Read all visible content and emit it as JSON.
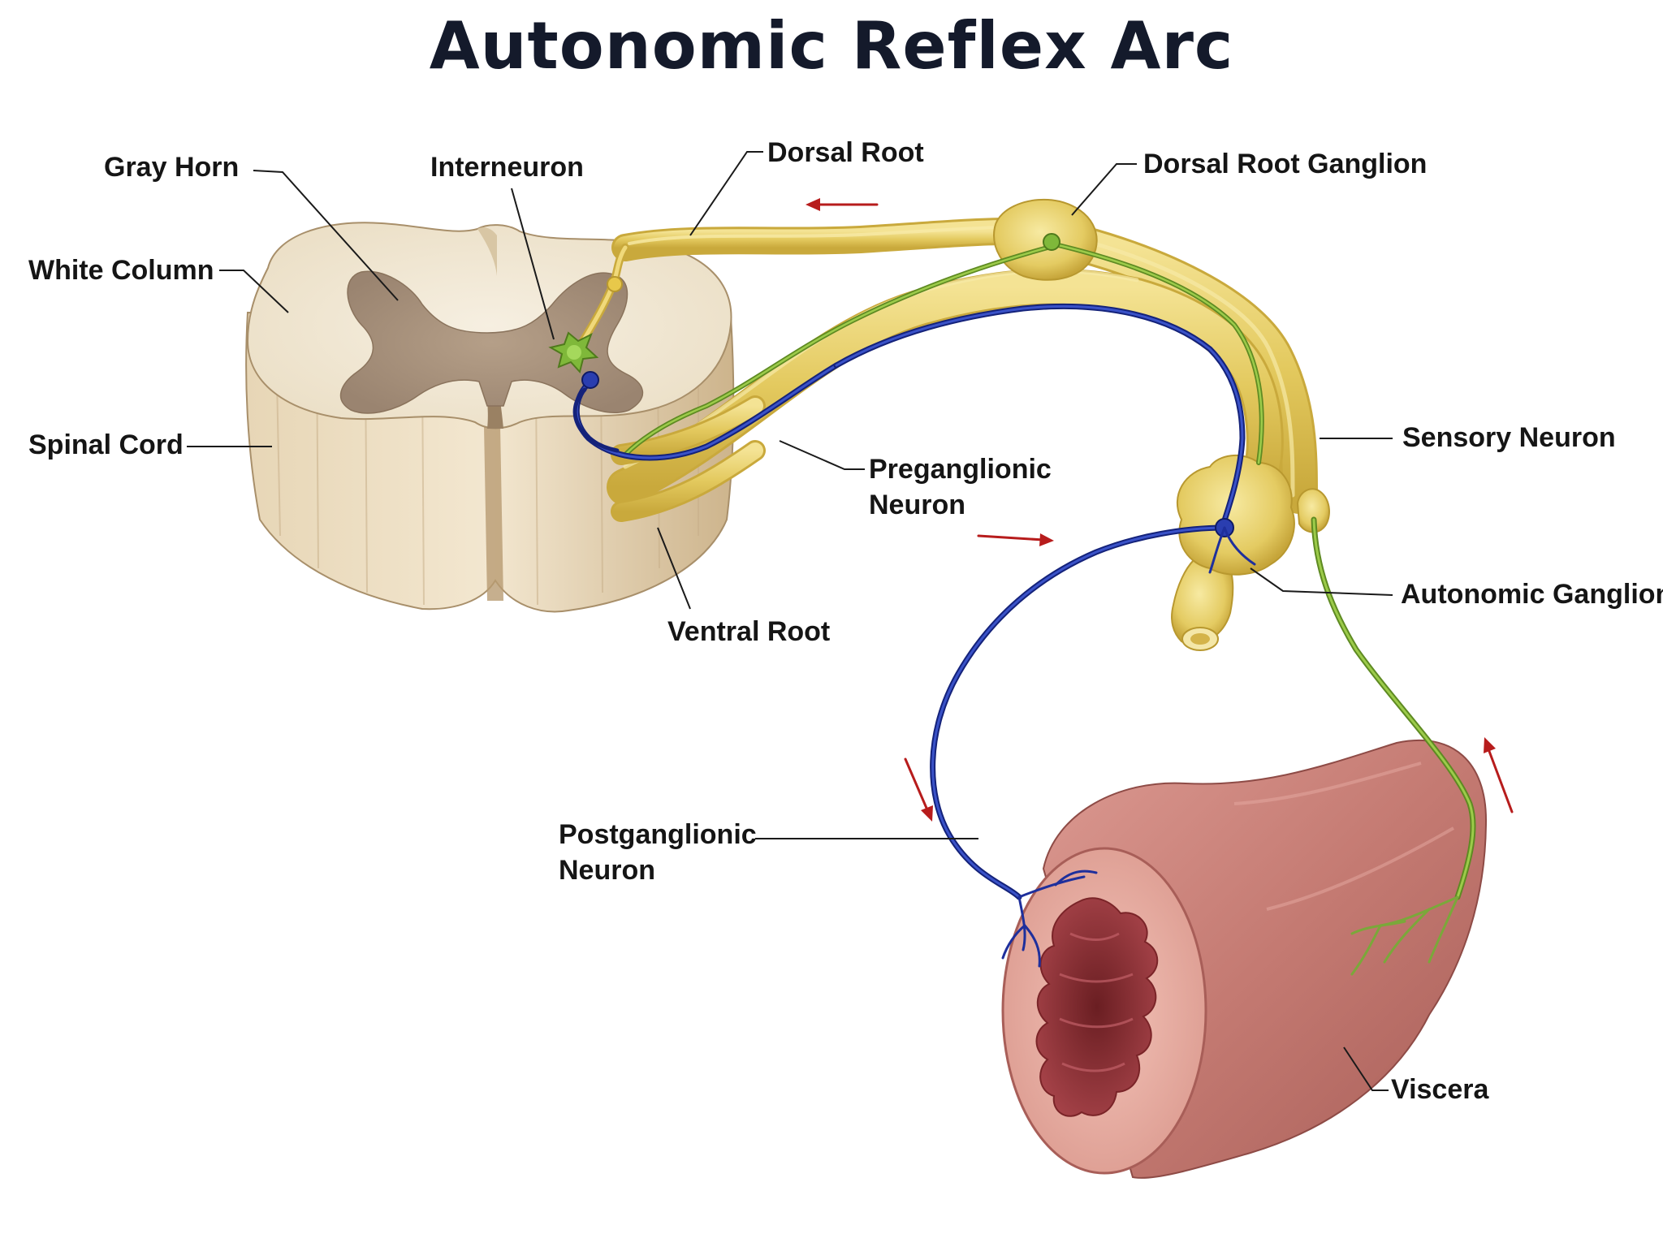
{
  "title": "Autonomic Reflex Arc",
  "labels": {
    "gray_horn": "Gray Horn",
    "interneuron": "Interneuron",
    "dorsal_root": "Dorsal Root",
    "dorsal_root_ganglion": "Dorsal Root Ganglion",
    "white_column": "White Column",
    "spinal_cord": "Spinal Cord",
    "sensory_neuron": "Sensory Neuron",
    "preganglionic_neuron": [
      "Preganglionic",
      "Neuron"
    ],
    "autonomic_ganglion": "Autonomic Ganglion",
    "ventral_root": "Ventral Root",
    "postganglionic_neuron": [
      "Postganglionic",
      "Neuron"
    ],
    "viscera": "Viscera"
  },
  "colors": {
    "sensory_pathway": "#7ea832",
    "motor_pathway": "#1e2f9c",
    "nerve_yellow": "#e6cf6a",
    "flow_arrow": "#b71c1c",
    "cord_white_matter": "#efe4cf",
    "cord_gray_matter": "#a48e78",
    "viscera_tissue": "#c47a72"
  },
  "icons": [
    "flow-arrow-icon"
  ]
}
